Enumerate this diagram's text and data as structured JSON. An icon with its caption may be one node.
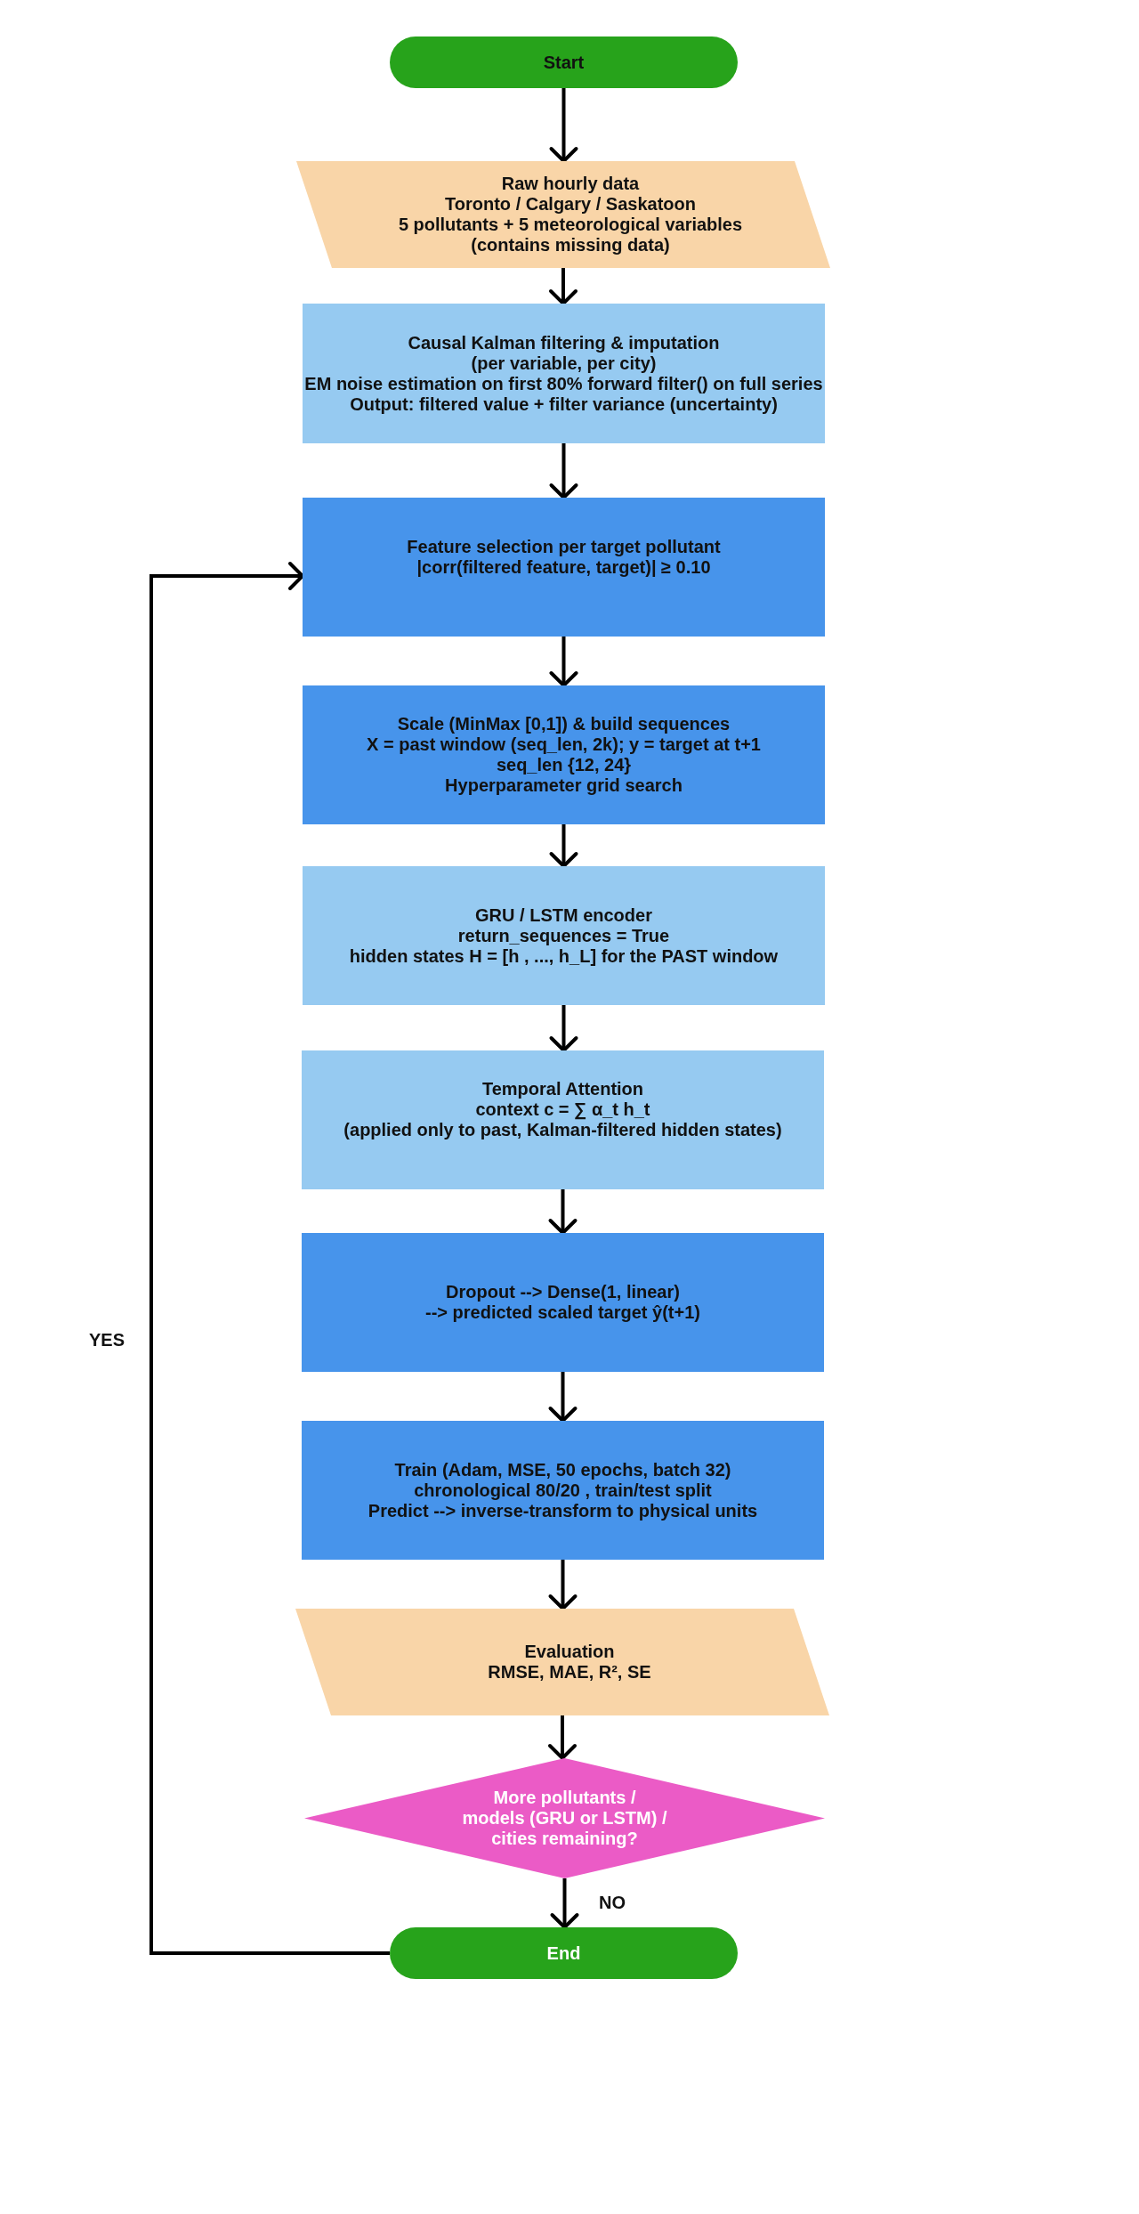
{
  "diagram": {
    "nodes": [
      {
        "text": [
          "Start"
        ]
      },
      {
        "text": [
          "Raw hourly data",
          "Toronto / Calgary / Saskatoon",
          "5 pollutants + 5 meteorological variables",
          "(contains missing data)"
        ]
      },
      {
        "text": [
          "Causal Kalman filtering & imputation",
          "(per variable, per city)",
          "EM noise estimation on first 80% forward filter() on full series",
          "Output: filtered value + filter variance (uncertainty)"
        ]
      },
      {
        "text": [
          "Feature selection per target pollutant",
          "|corr(filtered feature, target)| ≥ 0.10"
        ]
      },
      {
        "text": [
          "Scale (MinMax [0,1]) & build sequences",
          "X = past window (seq_len, 2k); y = target at t+1",
          "seq_len {12, 24}",
          "Hyperparameter grid search"
        ]
      },
      {
        "text": [
          "GRU / LSTM encoder",
          "return_sequences = True",
          "hidden states H = [h , ..., h_L] for the PAST window"
        ]
      },
      {
        "text": [
          "Temporal Attention",
          "context c = ∑ α_t h_t",
          "(applied only to past, Kalman-filtered hidden states)"
        ]
      },
      {
        "text": [
          "Dropout --> Dense(1, linear)",
          "--> predicted scaled target ŷ(t+1)"
        ]
      },
      {
        "text": [
          "Train (Adam, MSE, 50 epochs, batch 32)",
          "chronological 80/20 , train/test split",
          "Predict --> inverse-transform to physical units"
        ]
      },
      {
        "text": [
          "Evaluation",
          "RMSE, MAE, R², SE"
        ]
      },
      {
        "text": [
          "More pollutants / models (GRU or LSTM) / cities remaining?"
        ]
      },
      {
        "text": [
          "End"
        ]
      }
    ],
    "edges": [
      {
        "from": 0,
        "to": 1,
        "arrow": "to"
      },
      {
        "from": 1,
        "to": 2,
        "arrow": "to"
      },
      {
        "from": 2,
        "to": 3,
        "arrow": "to"
      },
      {
        "from": 3,
        "to": 4,
        "arrow": "to"
      },
      {
        "from": 4,
        "to": 5,
        "arrow": "to"
      },
      {
        "from": 5,
        "to": 6,
        "arrow": "to"
      },
      {
        "from": 6,
        "to": 7,
        "arrow": "to"
      },
      {
        "from": 7,
        "to": 8,
        "arrow": "to"
      },
      {
        "from": 8,
        "to": 9,
        "arrow": "to"
      },
      {
        "from": 9,
        "to": 10,
        "arrow": "to"
      },
      {
        "from": 10,
        "to": 11,
        "arrow": "to",
        "label": "NO"
      },
      {
        "from": 11,
        "to": 3,
        "arrow": "to",
        "label": "YES"
      }
    ]
  }
}
